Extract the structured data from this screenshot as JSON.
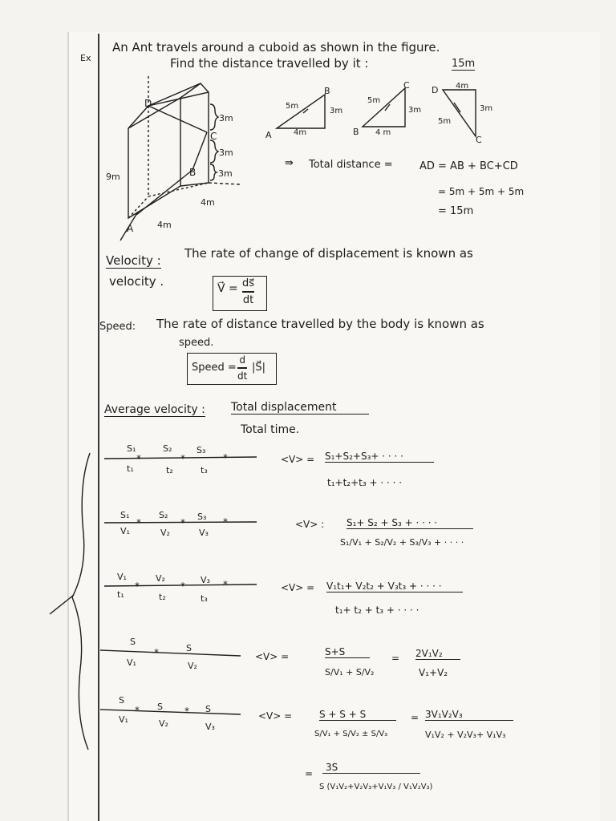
{
  "problem": {
    "ex_label": "Ex",
    "line1": "An Ant travels around a cuboid as shown in the figure.",
    "line2": "Find the distance travelled by it :",
    "answer": "15m"
  },
  "figure": {
    "labels": {
      "D": "D",
      "C": "C",
      "B": "B",
      "A": "A"
    },
    "dims": {
      "h1": "3m",
      "h2": "3m",
      "h3": "3m",
      "depth": "4m",
      "width": "4m",
      "height": "9m"
    }
  },
  "triangles": [
    {
      "p1": "A",
      "p2": "B",
      "hyp": "5m",
      "vert": "3m",
      "base": "4m"
    },
    {
      "p1": "B",
      "p2": "C",
      "hyp": "5m",
      "vert": "3m",
      "base": "4 m"
    },
    {
      "p1": "D",
      "p2": "C",
      "hyp": "5m",
      "vert": "3m",
      "base": "4m"
    }
  ],
  "total": {
    "arrow": "⇛",
    "label": "Total distance =",
    "eq1": "AD = AB + BC+CD",
    "eq2": "= 5m + 5m + 5m",
    "eq3": "= 15m"
  },
  "velocity": {
    "term": "Velocity :",
    "def1": "The rate of change of displacement is known as",
    "def2": "velocity .",
    "lhs": "V⃗ =",
    "num": "ds⃗",
    "den": "dt"
  },
  "speed": {
    "term": "Speed:",
    "def1": "The rate of distance travelled by the body is known as",
    "def2": "speed.",
    "lhs": "Speed =",
    "num": "d",
    "den": "dt",
    "rhs": "|S⃗|"
  },
  "avg": {
    "term": "Average velocity :",
    "num": "Total displacement",
    "den": "Total time."
  },
  "cases": [
    {
      "tops": [
        "S₁",
        "S₂",
        "S₃"
      ],
      "bottoms": [
        "t₁",
        "t₂",
        "t₃"
      ],
      "lhs": "<V> =",
      "num": "S₁+S₂+S₃+ · · · ·",
      "den": "t₁+t₂+t₃ + · · · ·"
    },
    {
      "tops": [
        "S₁",
        "S₂",
        "S₃"
      ],
      "bottoms": [
        "V₁",
        "V₂",
        "V₃"
      ],
      "lhs": "<V> :",
      "num": "S₁+ S₂ + S₃ + · · · ·",
      "den": "S₁/V₁ + S₂/V₂ + S₃/V₃ + · · · ·"
    },
    {
      "tops": [
        "V₁",
        "V₂",
        "V₃"
      ],
      "bottoms": [
        "t₁",
        "t₂",
        "t₃"
      ],
      "lhs": "<V> =",
      "num": "V₁t₁+ V₂t₂ + V₃t₃ + · · · ·",
      "den": "t₁+ t₂ + t₃ + · · · ·"
    },
    {
      "tops": [
        "S",
        "S"
      ],
      "bottoms": [
        "V₁",
        "V₂"
      ],
      "lhs": "<V> =",
      "num": "S+S",
      "den": "S/V₁ + S/V₂",
      "eq": "=",
      "rnum": "2V₁V₂",
      "rden": "V₁+V₂"
    },
    {
      "tops": [
        "S",
        "S",
        "S"
      ],
      "bottoms": [
        "V₁",
        "V₂",
        "V₃"
      ],
      "lhs": "<V> =",
      "num": "S + S + S",
      "den": "S/V₁ + S/V₂ ± S/V₃",
      "eq": "=",
      "rnum": "3V₁V₂V₃",
      "rden": "V₁V₂ + V₂V₃+ V₁V₃"
    }
  ],
  "final": {
    "eq": "=",
    "num": "3S",
    "den": "S (V₁V₂+V₂V₃+V₁V₃ / V₁V₂V₃)"
  }
}
